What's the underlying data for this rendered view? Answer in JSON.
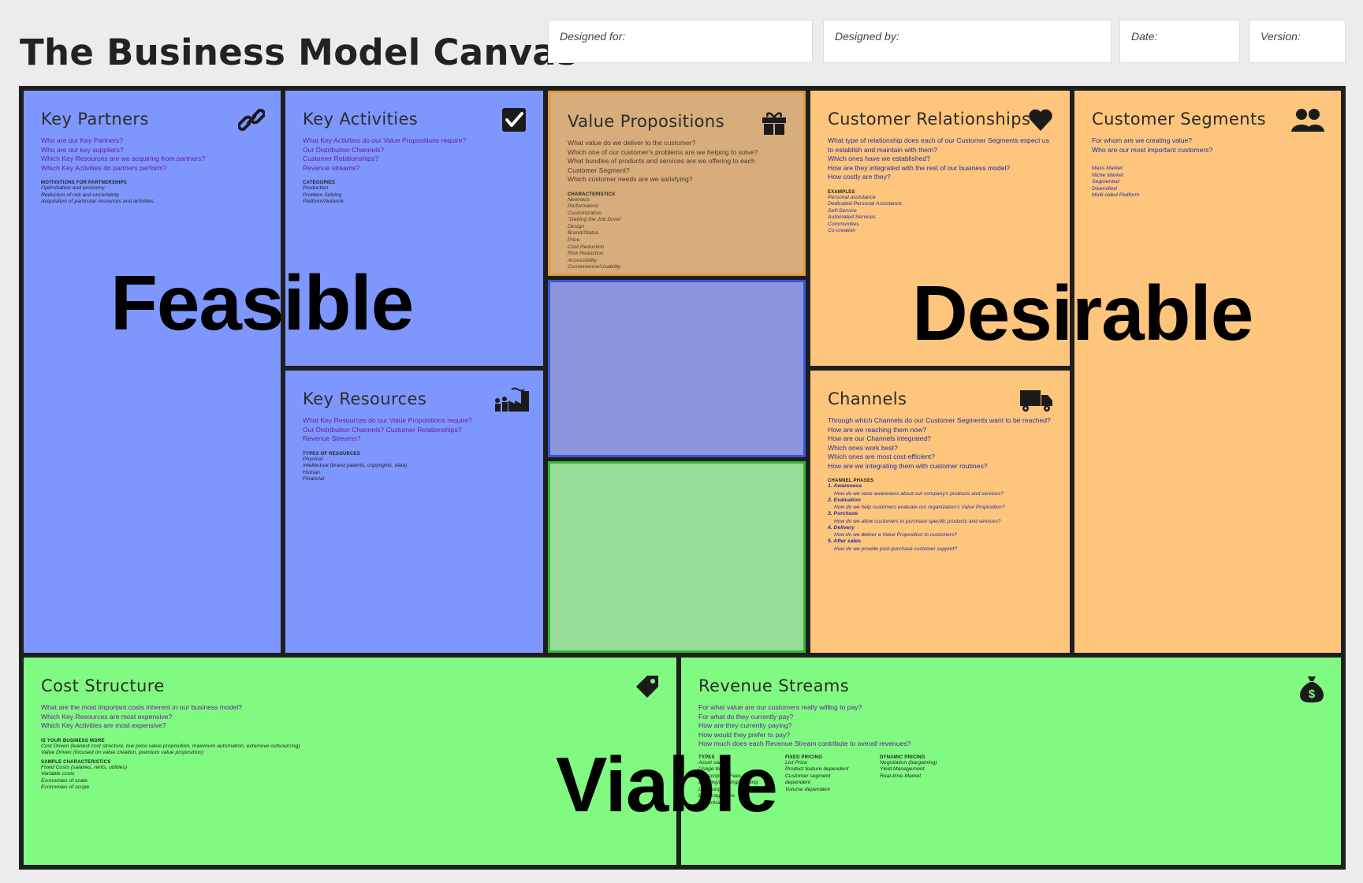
{
  "header": {
    "title": "The Business Model Canvas",
    "designed_for": "Designed for:",
    "designed_by": "Designed by:",
    "date": "Date:",
    "version": "Version:"
  },
  "blocks": {
    "key_partners": {
      "title": "Key Partners",
      "questions": [
        "Who are our Key Partners?",
        "Who are our key suppliers?",
        "Which Key Resources are we acquiring from partners?",
        "Which Key Activities do partners perform?"
      ],
      "sub": "Motivations for partnerships",
      "examples": [
        "Optimization and economy",
        "Reduction of risk and uncertainty",
        "Acquisition of particular resources and activities"
      ]
    },
    "key_activities": {
      "title": "Key Activities",
      "questions": [
        "What Key Activities do our Value Propositions require?",
        "Our Distribution Channels?",
        "Customer Relationships?",
        "Revenue streams?"
      ],
      "sub": "Categories",
      "examples": [
        "Production",
        "Problem Solving",
        "Platform/Network"
      ]
    },
    "key_resources": {
      "title": "Key Resources",
      "questions": [
        "What Key Resources do our Value Propositions require?",
        "Our Distribution Channels? Customer Relationships?",
        "Revenue Streams?"
      ],
      "sub": "Types of resources",
      "examples": [
        "Physical",
        "Intellectual (brand patents, copyrights, data)",
        "Human",
        "Financial"
      ]
    },
    "value_propositions": {
      "title": "Value Propositions",
      "questions": [
        "What value do we deliver to the customer?",
        "Which one of our customer's problems are we helping to solve?",
        "What bundles of products and services are we offering to each Customer Segment?",
        "Which customer needs are we satisfying?"
      ],
      "sub": "Characteristics",
      "examples": [
        "Newness",
        "Performance",
        "Customization",
        "\"Getting the Job Done\"",
        "Design",
        "Brand/Status",
        "Price",
        "Cost Reduction",
        "Risk Reduction",
        "Accessibility",
        "Convenience/Usability"
      ]
    },
    "customer_relationships": {
      "title": "Customer Relationships",
      "questions": [
        "What type of relationship does each of our Customer Segments expect us to establish and maintain with them?",
        "Which ones have we established?",
        "How are they integrated with the rest of our business model?",
        "How costly are they?"
      ],
      "sub": "Examples",
      "examples": [
        "Personal assistance",
        "Dedicated Personal Assistance",
        "Self-Service",
        "Automated Services",
        "Communities",
        "Co-creation"
      ]
    },
    "customer_segments": {
      "title": "Customer Segments",
      "questions": [
        "For whom are we creating value?",
        "Who are our most important customers?"
      ],
      "examples": [
        "Mass Market",
        "Niche Market",
        "Segmented",
        "Diversified",
        "Multi-sided Platform"
      ]
    },
    "channels": {
      "title": "Channels",
      "questions": [
        "Through which Channels do our Customer Segments want to be reached?",
        "How are we reaching them now?",
        "How are our Channels integrated?",
        "Which ones work best?",
        "Which ones are most cost-efficient?",
        "How are we integrating them with customer routines?"
      ],
      "sub": "Channel phases",
      "phases": [
        {
          "name": "1. Awareness",
          "q": "How do we raise awareness about our company's products and services?"
        },
        {
          "name": "2. Evaluation",
          "q": "How do we help customers evaluate our organization's Value Proposition?"
        },
        {
          "name": "3. Purchase",
          "q": "How do we allow customers to purchase specific products and services?"
        },
        {
          "name": "4. Delivery",
          "q": "How do we deliver a Value Proposition to customers?"
        },
        {
          "name": "5. After sales",
          "q": "How do we provide post-purchase customer support?"
        }
      ]
    },
    "cost_structure": {
      "title": "Cost Structure",
      "questions": [
        "What are the most important costs inherent in our business model?",
        "Which Key Resources are most expensive?",
        "Which Key Activities are most expensive?"
      ],
      "sub": "Is your business more",
      "examples": [
        "Cost Driven (leanest cost structure, low price value proposition, maximum automation, extensive outsourcing)",
        "Value Driven (focused on value creation, premium value proposition)"
      ],
      "sub2": "Sample characteristics",
      "examples2": [
        "Fixed Costs (salaries, rents, utilities)",
        "Variable costs",
        "Economies of scale",
        "Economies of scope"
      ]
    },
    "revenue_streams": {
      "title": "Revenue Streams",
      "questions": [
        "For what value are our customers really willing to pay?",
        "For what do they currently pay?",
        "How are they currently paying?",
        "How would they prefer to pay?",
        "How much does each Revenue Stream contribute to overall revenues?"
      ],
      "types_label": "Types",
      "types": [
        "Asset sale",
        "Usage fee",
        "Subscription Fees",
        "Lending/Renting/Leasing",
        "Licensing",
        "Brokerage fees",
        "Advertising"
      ],
      "fixed_label": "Fixed pricing",
      "fixed": [
        "List Price",
        "Product feature dependent",
        "Customer segment",
        "dependent",
        "Volume dependent"
      ],
      "dynamic_label": "Dynamic pricing",
      "dynamic": [
        "Negotiation (bargaining)",
        "Yield Management",
        "Real-time-Market"
      ]
    }
  },
  "overlays": {
    "feasible": "Feasible",
    "desirable": "Desirable",
    "viable": "Viable"
  },
  "colors": {
    "feasible": "#7e97ff",
    "desirable": "#fec57c",
    "viable": "#80fa80",
    "value_prop_top": "#d7ad7c",
    "value_prop_mid": "#8c96dc",
    "value_prop_bottom": "#96dc96"
  },
  "icons": {
    "key_partners": "link-icon",
    "key_activities": "checkbox-icon",
    "key_resources": "factory-icon",
    "value_propositions": "gift-icon",
    "customer_relationships": "heart-icon",
    "customer_segments": "people-icon",
    "channels": "truck-icon",
    "cost_structure": "tag-icon",
    "revenue_streams": "money-bag-icon"
  }
}
